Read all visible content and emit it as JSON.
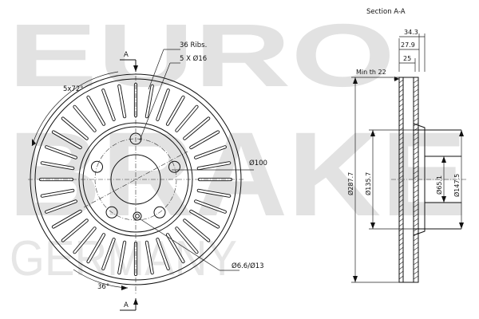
{
  "watermark": {
    "line1": "EURO",
    "line2": "BRAKE",
    "line3": "GERMANY"
  },
  "front_view": {
    "section_mark_top": "A",
    "section_mark_bottom": "A",
    "ribs_label": "36 Ribs.",
    "holes_label": "5 X Ø16",
    "hole_angle_label": "5x72°",
    "rib_angle_label": "36°",
    "bolt_circle_label": "Ø100",
    "small_hole_label": "Ø6.6/Ø13"
  },
  "section_view": {
    "title": "Section A-A",
    "dim_total_width": "34.3",
    "dim_hub_width": "27.9",
    "dim_disc_width": "25",
    "min_thickness": "Min th 22",
    "dim_outer_diameter": "Ø287.7",
    "dim_inner_diameter": "Ø135.7",
    "dim_center_bore": "Ø65.1",
    "dim_hat_diameter": "Ø147.5"
  }
}
